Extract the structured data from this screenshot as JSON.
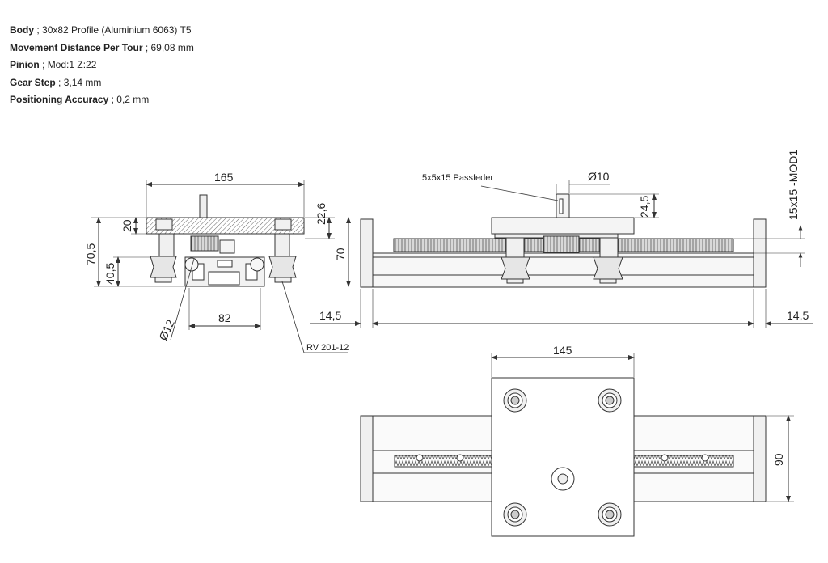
{
  "specs": [
    {
      "label": "Body",
      "sep": " ; ",
      "value": "30x82  Profile (Aluminium 6063) T5"
    },
    {
      "label": "Movement Distance Per Tour",
      "sep": " ; ",
      "value": "69,08 mm"
    },
    {
      "label": "Pinion",
      "sep": " ; ",
      "value": "Mod:1 Z:22"
    },
    {
      "label": "Gear Step",
      "sep": " ; ",
      "value": "3,14 mm"
    },
    {
      "label": "Positioning Accuracy",
      "sep": " ; ",
      "value": "0,2 mm"
    }
  ],
  "dimensions": {
    "side_width": "165",
    "side_top_plate": "20",
    "side_height_total": "70,5",
    "side_lower": "40,5",
    "side_right_top": "22,6",
    "side_right_total": "70",
    "wheel_dia": "Ø12",
    "profile_width": "82",
    "front_left_offset": "14,5",
    "front_right_offset": "14,5",
    "shaft_dia": "Ø10",
    "shaft_height": "24,5",
    "rack_label": "15x15 -MOD1",
    "top_plate_width": "145",
    "top_profile_height": "90"
  },
  "notes": {
    "key_label": "5x5x15 Passfeder",
    "wheel_label": "RV 201-12"
  },
  "colors": {
    "line": "#333333",
    "fill": "#e6e6e6",
    "dark": "#555555"
  }
}
